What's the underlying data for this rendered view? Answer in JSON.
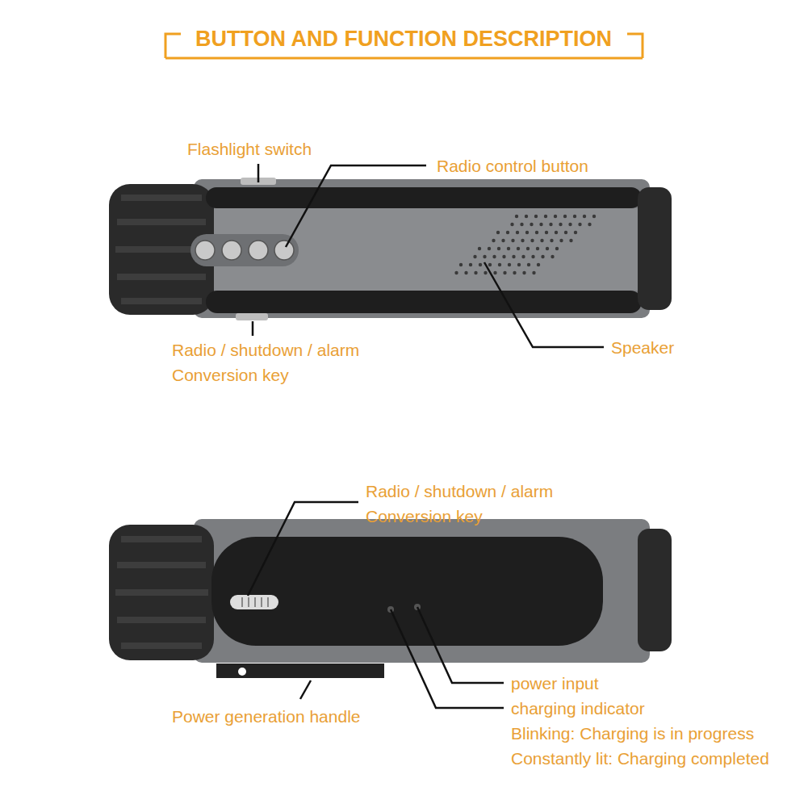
{
  "diagram": {
    "title": "BUTTON AND FUNCTION DESCRIPTION",
    "labels": [
      "Flashlight switch",
      "Radio control button",
      "Radio / shutdown / alarm Conversion key",
      "Speaker",
      "Radio / shutdown / alarm Conversion key",
      "power input",
      "charging indicator",
      "Blinking: Charging is in progress",
      "Constantly lit: Charging completed",
      "Power generation handle"
    ]
  }
}
